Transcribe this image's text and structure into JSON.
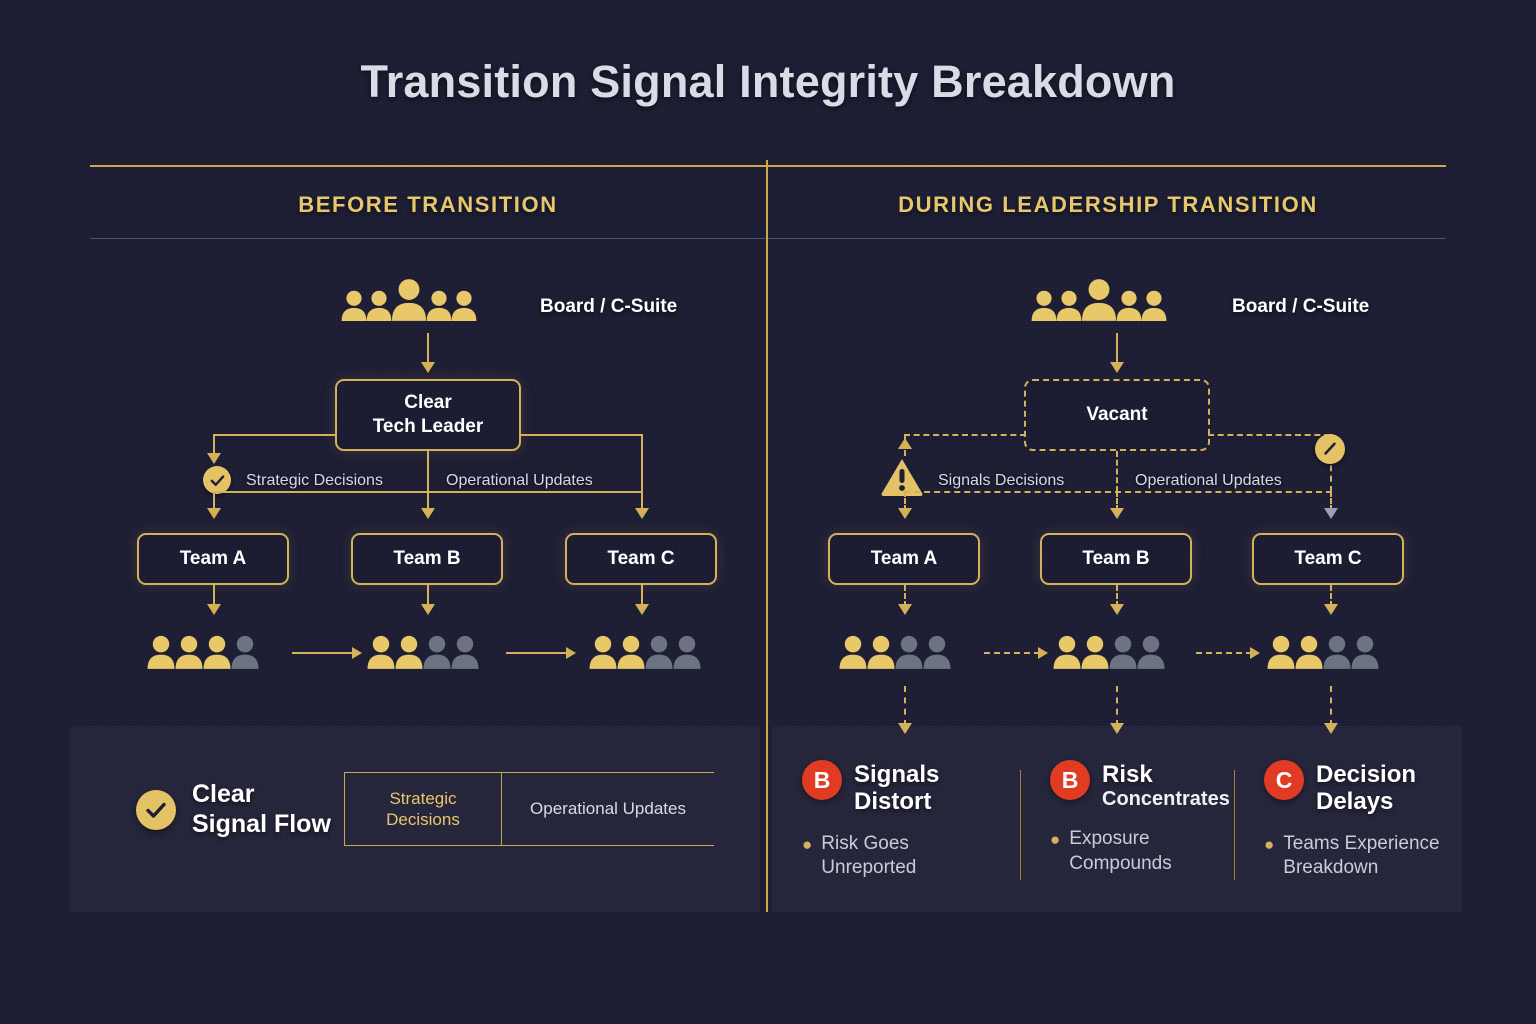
{
  "title": "Transition Signal Integrity Breakdown",
  "colors": {
    "background": "#1c1c33",
    "gold": "#d4b158",
    "gold_text": "#e6c76b",
    "person_active": "#e8c868",
    "person_inactive": "#6b7280",
    "badge_red": "#e03a22",
    "white": "#ffffff"
  },
  "panels": {
    "left": {
      "heading": "BEFORE TRANSITION",
      "board_label": "Board / C-Suite",
      "leader_box": {
        "line1": "Clear",
        "line2": "Tech Leader",
        "style": "solid"
      },
      "edge_labels": {
        "left": "Strategic Decisions",
        "right": "Operational Updates"
      },
      "status_icon": "check-circle-icon",
      "teams": [
        "Team A",
        "Team B",
        "Team C"
      ],
      "team_people": [
        {
          "active": 3,
          "inactive": 1
        },
        {
          "active": 2,
          "inactive": 2
        },
        {
          "active": 2,
          "inactive": 2
        }
      ],
      "flow_style": "solid"
    },
    "right": {
      "heading": "DURING LEADERSHIP TRANSITION",
      "board_label": "Board / C-Suite",
      "leader_box": {
        "line1": "Vacant",
        "line2": "",
        "style": "dashed"
      },
      "edge_labels": {
        "left": "Signals Decisions",
        "right": "Operational Updates"
      },
      "status_icon": "warning-triangle-icon",
      "blocked_icon": "no-entry-circle-icon",
      "teams": [
        "Team A",
        "Team B",
        "Team C"
      ],
      "team_people": [
        {
          "active": 2,
          "inactive": 2
        },
        {
          "active": 2,
          "inactive": 2
        },
        {
          "active": 2,
          "inactive": 2
        }
      ],
      "flow_style": "dashed"
    }
  },
  "legend_left": {
    "icon": "check-circle-icon",
    "label_line1": "Clear",
    "label_line2": "Signal Flow",
    "table": {
      "cell_a": "Strategic Decisions",
      "cell_b": "Operational Updates"
    }
  },
  "legend_right": {
    "cards": [
      {
        "badge": "B",
        "title_line1": "Signals",
        "title_line2": "Distort",
        "bullet_line1": "Risk Goes",
        "bullet_line2": "Unreported"
      },
      {
        "badge": "B",
        "title_line1": "Risk",
        "title_line2": "Concentrates",
        "bullet_line1": "Exposure",
        "bullet_line2": "Compounds"
      },
      {
        "badge": "C",
        "title_line1": "Decision",
        "title_line2": "Delays",
        "bullet_line1": "Teams Experience",
        "bullet_line2": "Breakdown"
      }
    ]
  }
}
